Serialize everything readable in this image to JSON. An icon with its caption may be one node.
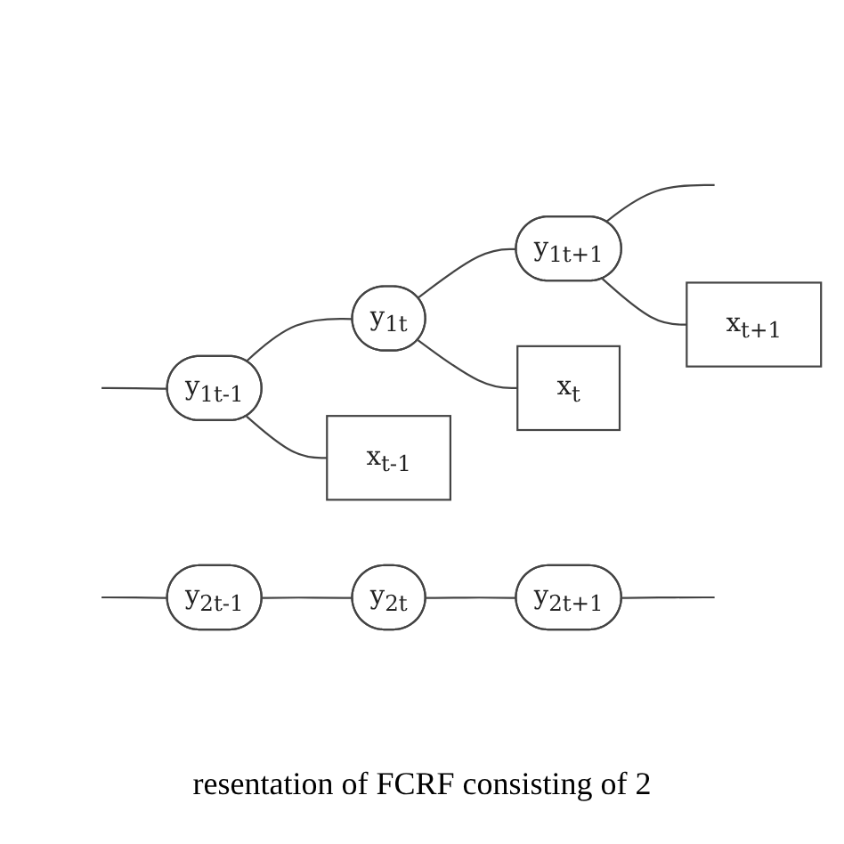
{
  "diagram": {
    "caption": "resentation of FCRF consisting of 2",
    "nodes": [
      {
        "text": [
          "y$_{1t-1}$"
        ]
      },
      {
        "text": [
          "y$_{1t}$"
        ]
      },
      {
        "text": [
          "y$_{1t+1}$"
        ]
      },
      {
        "text": [
          "y$_{2t-1}$"
        ]
      },
      {
        "text": [
          "y$_{2t}$"
        ]
      },
      {
        "text": [
          "y$_{2t+1}$"
        ]
      },
      {
        "text": [
          "x$_{t-1}$"
        ]
      },
      {
        "text": [
          "x$_{t}$"
        ]
      },
      {
        "text": [
          "x$_{t+1}$"
        ]
      }
    ],
    "edges": [
      {
        "from": null,
        "to": 0,
        "arrow": "none"
      },
      {
        "from": 0,
        "to": 1,
        "arrow": "none"
      },
      {
        "from": 1,
        "to": 2,
        "arrow": "none"
      },
      {
        "from": 2,
        "to": null,
        "arrow": "none"
      },
      {
        "from": null,
        "to": 3,
        "arrow": "none"
      },
      {
        "from": 3,
        "to": 4,
        "arrow": "none"
      },
      {
        "from": 4,
        "to": 5,
        "arrow": "none"
      },
      {
        "from": 5,
        "to": null,
        "arrow": "none"
      },
      {
        "from": 0,
        "to": 6,
        "arrow": "none"
      },
      {
        "from": 1,
        "to": 7,
        "arrow": "none"
      },
      {
        "from": 2,
        "to": 8,
        "arrow": "none"
      }
    ]
  }
}
